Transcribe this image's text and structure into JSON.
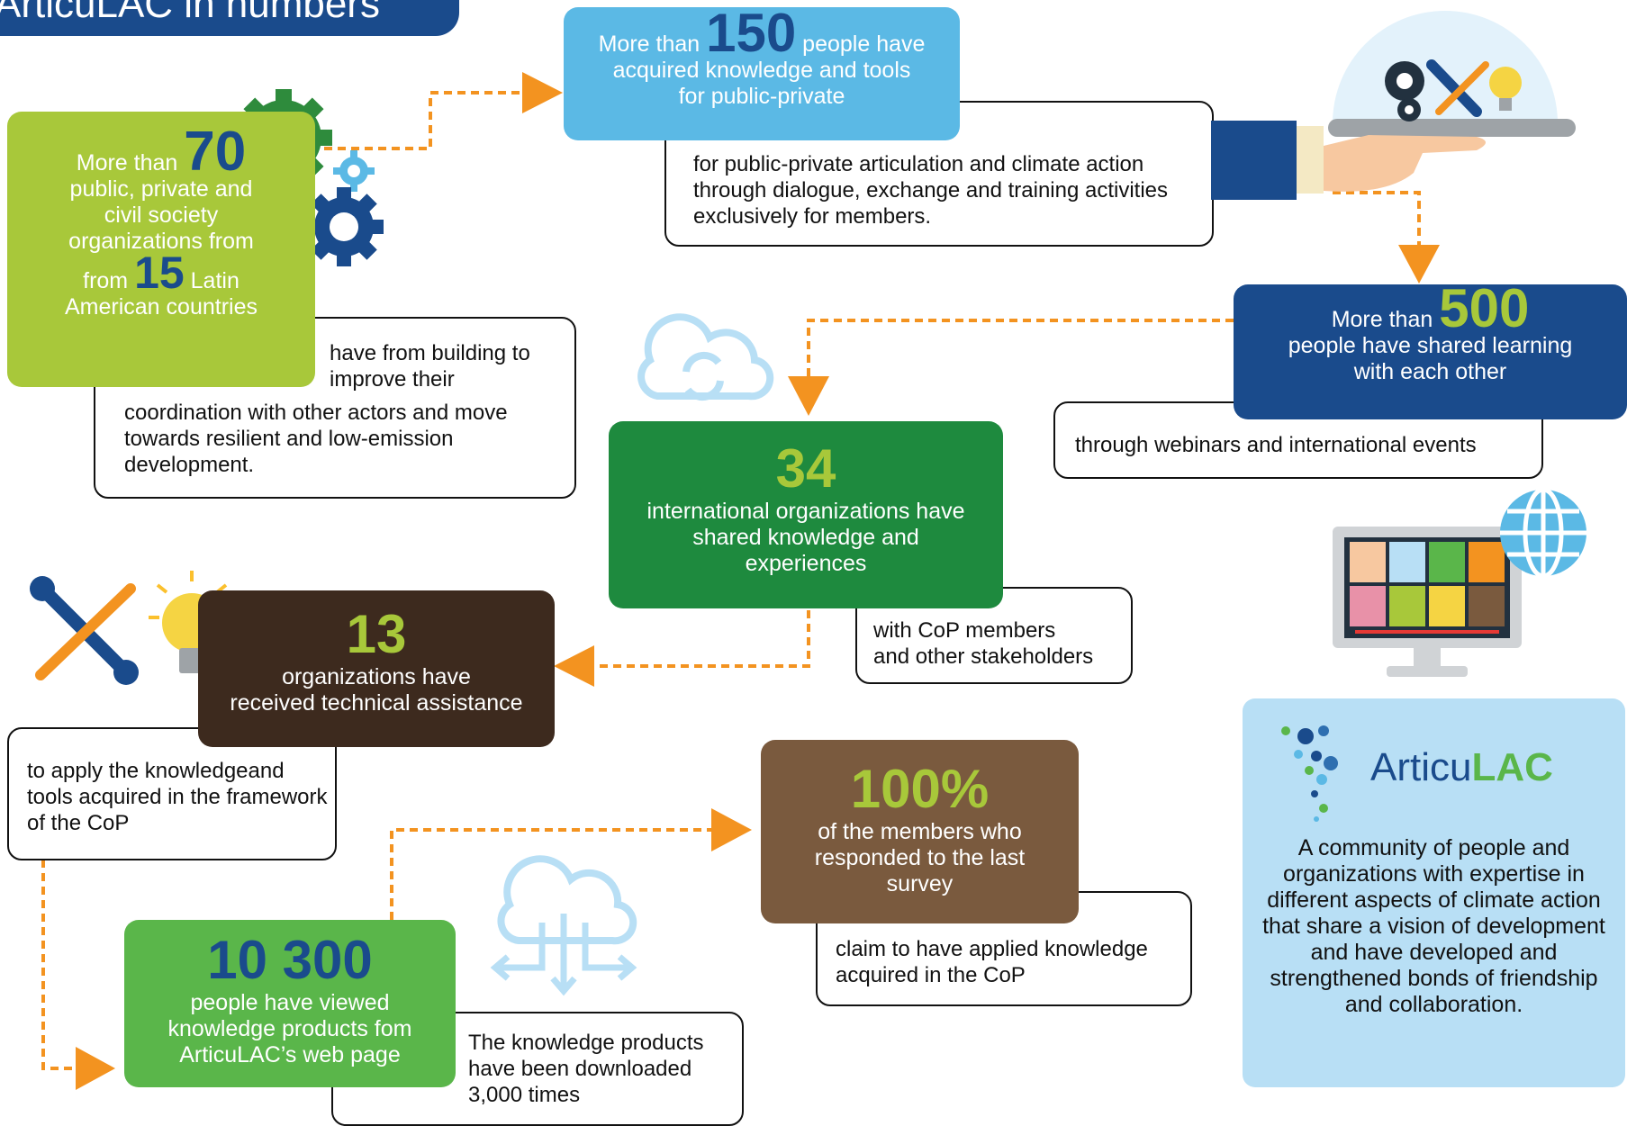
{
  "title": "ArticuLAC in numbers",
  "colors": {
    "navy": "#1a4b8c",
    "lightblue": "#5bb9e5",
    "lime": "#a8c83a",
    "darkgreen": "#1e8a3e",
    "brown": "#3d2a1e",
    "tan": "#7a5a3e",
    "green": "#5ab64a",
    "panel": "#b8dff5",
    "orange": "#f39320"
  },
  "cards": {
    "c150": {
      "pre": "More than",
      "number": "150",
      "post": "people have",
      "line2": "acquired knowledge and tools",
      "line3": "for public-private",
      "desc": "for public-private articulation and climate action through dialogue, exchange and training activities exclusively for members."
    },
    "c70": {
      "pre": "More than",
      "number": "70",
      "line2": "public, private and",
      "line3": "civil society",
      "line4": "organizations from",
      "pre2": "from",
      "number2": "15",
      "post2": "Latin",
      "line5": "American countries",
      "desc_top": "have from building to improve their",
      "desc": "coordination with other actors and move towards resilient and low-emission development."
    },
    "c500": {
      "pre": "More than",
      "number": "500",
      "line2": "people have shared learning",
      "line3": "with each other",
      "desc": "through webinars and international events"
    },
    "c34": {
      "number": "34",
      "line2": "international organizations have",
      "line3": "shared knowledge and",
      "line4": "experiences",
      "desc1": "with CoP members",
      "desc2": "and other stakeholders"
    },
    "c13": {
      "number": "13",
      "line2": "organizations have",
      "line3": "received technical assistance",
      "desc": "to apply the knowledgeand tools acquired in the framework of the CoP"
    },
    "c100": {
      "number": "100%",
      "line2": "of the members who",
      "line3": "responded to the last",
      "line4": "survey",
      "desc": "claim to have applied knowledge acquired in the CoP"
    },
    "c10300": {
      "number": "10 300",
      "line2": "people have viewed",
      "line3": "knowledge products fom",
      "line4": "ArticuLAC’s web page",
      "desc1": "The knowledge products",
      "desc2": "have been downloaded",
      "desc3": "3,000 times"
    }
  },
  "brand": {
    "logo_pre": "Articu",
    "logo_bold": "LAC",
    "tagline": "A community of people and organizations with expertise in different aspects of climate action that share a vision of development and have developed and strengthened bonds of friendship and collaboration."
  },
  "icons": [
    "gears-icon",
    "hand-with-tools-icon",
    "cloud-sync-icon",
    "tools-lightbulb-icon",
    "video-conference-icon",
    "globe-icon",
    "cloud-download-icon",
    "articulac-logo"
  ]
}
